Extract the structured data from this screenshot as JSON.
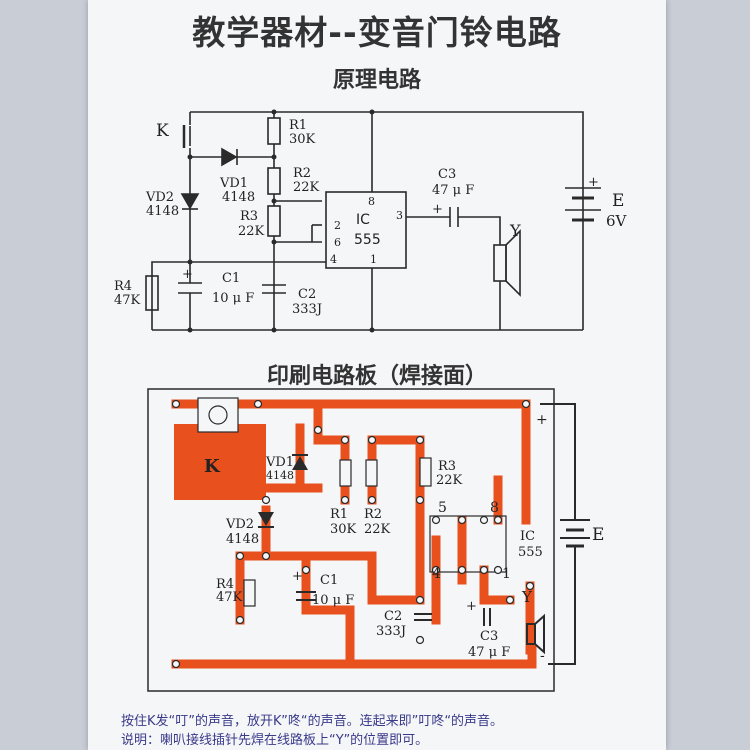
{
  "page": {
    "title": "教学器材--变音门铃电路",
    "schematic_title": "原理电路",
    "pcb_title": "印刷电路板（焊接面）",
    "notes": [
      "按住K发“叮”的声音，放开K”咚“的声音。连起来即”叮咚“的声音。",
      "说明：喇叭接线插针先焊在线路板上“Y”的位置即可。"
    ]
  },
  "schematic": {
    "K": "K",
    "R1": "R1",
    "R1v": "30K",
    "R2": "R2",
    "R2v": "22K",
    "R3": "R3",
    "R3v": "22K",
    "VD1": "VD1",
    "VD1v": "4148",
    "VD2": "VD2",
    "VD2v": "4148",
    "R4": "R4",
    "R4v": "47K",
    "C1": "C1",
    "C1v": "10 μ F",
    "C2": "C2",
    "C2v": "333J",
    "C3": "C3",
    "C3v": "47 μ F",
    "ic1": "IC",
    "ic2": "555",
    "pins": [
      "8",
      "2",
      "6",
      "4",
      "1",
      "3"
    ],
    "Y": "Y",
    "E": "E",
    "Ev": "6V",
    "plus": "+"
  },
  "pcb": {
    "K": "K",
    "VD1": "VD1",
    "VD1v": "4148",
    "VD2": "VD2",
    "VD2v": "4148",
    "R1": "R1",
    "R1v": "30K",
    "R2": "R2",
    "R2v": "22K",
    "R3": "R3",
    "R3v": "22K",
    "R4": "R4",
    "R4v": "47K",
    "C1": "C1",
    "C1v": "10 μ F",
    "C2": "C2",
    "C2v": "333J",
    "C3": "C3",
    "C3v": "47 μ F",
    "ic1": "IC",
    "ic2": "555",
    "pin5": "5",
    "pin8": "8",
    "pin4": "4",
    "pin1": "1",
    "Y": "Y",
    "E": "E",
    "plus": "+",
    "minus": "-"
  },
  "colors": {
    "trace": "#e8501e",
    "ink": "#2a2a2a",
    "note": "#3a3a8a"
  }
}
